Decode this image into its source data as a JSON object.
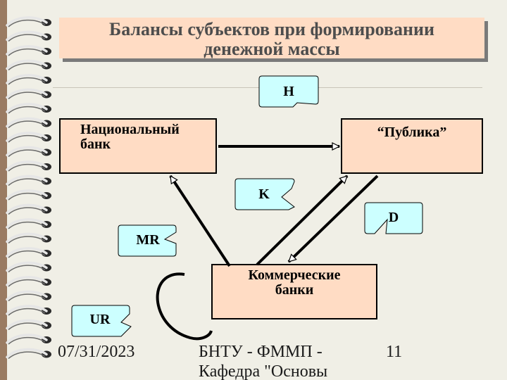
{
  "title": {
    "line1": "Балансы субъектов при формировании",
    "line2": "денежной массы"
  },
  "nodes": {
    "national_bank": {
      "line1": "Национальный",
      "line2": "банк"
    },
    "public": {
      "line1": "“Публика”"
    },
    "commercial_banks": {
      "line1": "Коммерческие",
      "line2": "банки"
    }
  },
  "callouts": {
    "H": "H",
    "K": "K",
    "D": "D",
    "MR": "MR",
    "UR": "UR"
  },
  "footer": {
    "date": "07/31/2023",
    "org": "БНТУ - ФММП - Кафедра \"Основы",
    "page": "11"
  },
  "colors": {
    "box_fill": "#ffdcc4",
    "callout_fill": "#ccffff",
    "page_bg": "#f0efe6",
    "binding": "#9a7b62"
  }
}
